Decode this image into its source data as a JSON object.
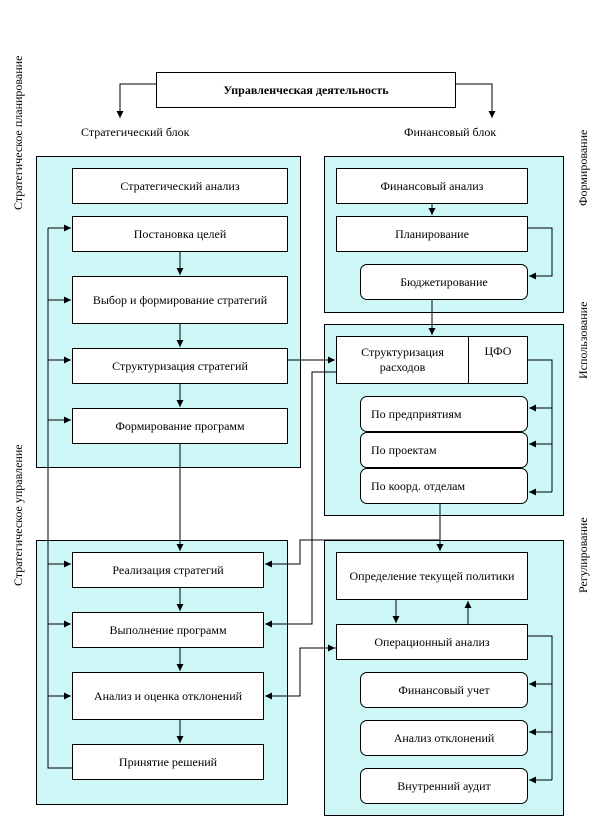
{
  "top": {
    "title": "Управленческая деятельность"
  },
  "columns": {
    "left": "Стратегический блок",
    "right": "Финансовый блок"
  },
  "side_labels": {
    "strategic_planning": "Стратегическое планирование",
    "strategic_management": "Стратегическое управление",
    "formation": "Формирование",
    "usage": "Использование",
    "regulation": "Регулирование"
  },
  "strategic_planning": {
    "analysis": "Стратегический анализ",
    "goals": "Постановка целей",
    "selection": "Выбор и формирование стратегий",
    "structuring": "Структуризация стратегий",
    "programs": "Формирование программ"
  },
  "strategic_management": {
    "implementation": "Реализация стратегий",
    "execution": "Выполнение программ",
    "deviation_analysis": "Анализ и оценка отклонений",
    "decisions": "Принятие решений"
  },
  "formation": {
    "fin_analysis": "Финансовый анализ",
    "planning": "Планирование",
    "budgeting": "Бюджетирование"
  },
  "usage": {
    "cost_structuring": "Структуризация расходов",
    "cfo": "ЦФО",
    "by_enterprise": "По предприятиям",
    "by_project": "По проектам",
    "by_department": "По коорд. отделам"
  },
  "regulation": {
    "policy": "Определение текущей политики",
    "operational": "Операционный анализ",
    "fin_accounting": "Финансовый учет",
    "deviation": "Анализ отклонений",
    "audit": "Внутренний аудит"
  }
}
